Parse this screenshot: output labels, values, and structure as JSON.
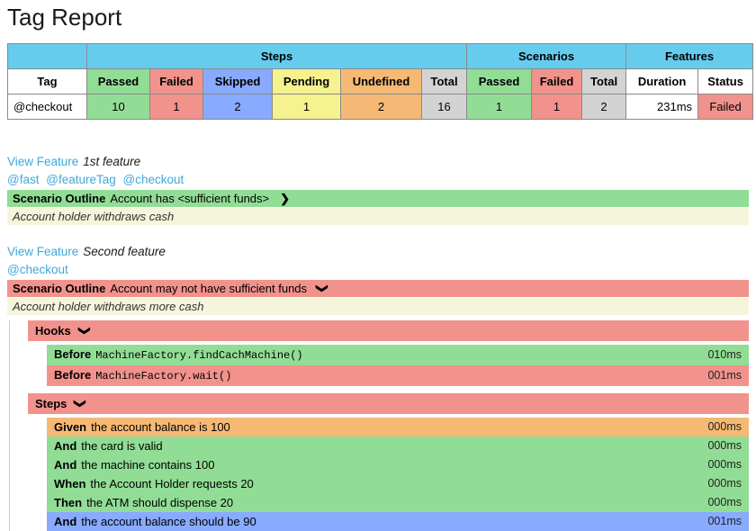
{
  "title": "Tag Report",
  "colors": {
    "header_blue": "#66CCEE",
    "passed_green": "#92DD96",
    "failed_red": "#F2928C",
    "skipped_blue": "#88AAFF",
    "pending_yellow": "#F5F28F",
    "undefined_orange": "#F5B975",
    "total_grey": "#D3D3D3",
    "description_beige": "#F5F5DC",
    "link_blue": "#3FA7DC"
  },
  "summary_table": {
    "groups": [
      {
        "label": "Steps"
      },
      {
        "label": "Scenarios"
      },
      {
        "label": "Features"
      }
    ],
    "columns": [
      "Tag",
      "Passed",
      "Failed",
      "Skipped",
      "Pending",
      "Undefined",
      "Total",
      "Passed",
      "Failed",
      "Total",
      "Duration",
      "Status"
    ],
    "row": {
      "cells": [
        "@checkout",
        "10",
        "1",
        "2",
        "1",
        "2",
        "16",
        "1",
        "1",
        "2",
        "231ms",
        "Failed"
      ]
    }
  },
  "features": [
    {
      "link_label": "View Feature",
      "name": "1st feature",
      "tags": [
        "@fast",
        "@featureTag",
        "@checkout"
      ],
      "scenario": {
        "keyword": "Scenario Outline",
        "name": "Account has <sufficient funds>"
      },
      "description": "Account holder withdraws cash"
    },
    {
      "link_label": "View Feature",
      "name": "Second feature",
      "tags": [
        "@checkout"
      ],
      "scenario": {
        "keyword": "Scenario Outline",
        "name": "Account may not have sufficient funds"
      },
      "description": "Account holder withdraws more cash",
      "hooks": {
        "label": "Hooks",
        "rows": [
          {
            "keyword": "Before",
            "code": "MachineFactory.findCachMachine()",
            "duration": "010ms"
          },
          {
            "keyword": "Before",
            "code": "MachineFactory.wait()",
            "duration": "001ms"
          }
        ]
      },
      "steps": {
        "label": "Steps",
        "rows": [
          {
            "keyword": "Given",
            "text": "the account balance is 100",
            "duration": "000ms"
          },
          {
            "keyword": "And",
            "text": "the card is valid",
            "duration": "000ms"
          },
          {
            "keyword": "And",
            "text": "the machine contains 100",
            "duration": "000ms"
          },
          {
            "keyword": "When",
            "text": "the Account Holder requests 20",
            "duration": "000ms"
          },
          {
            "keyword": "Then",
            "text": "the ATM should dispense 20",
            "duration": "000ms"
          },
          {
            "keyword": "And",
            "text": "the account balance should be 90",
            "duration": "001ms"
          }
        ]
      }
    }
  ]
}
